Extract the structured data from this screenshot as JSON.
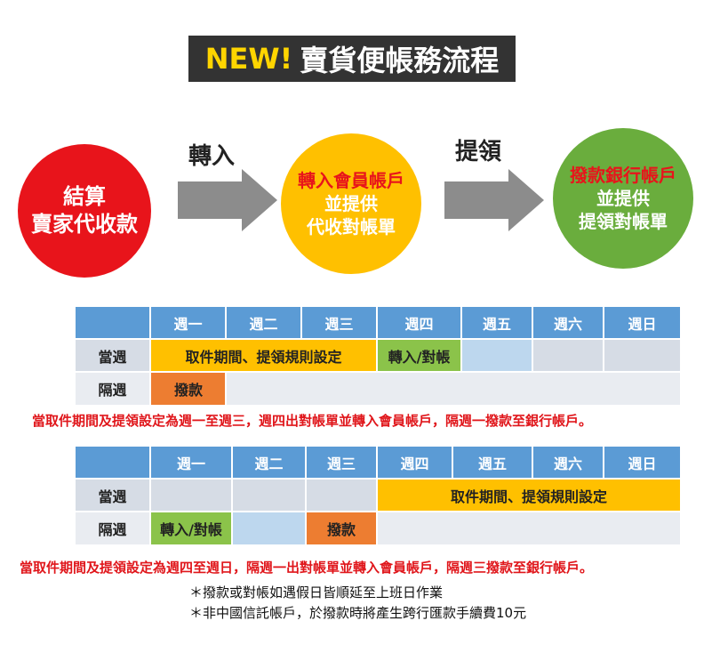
{
  "title": {
    "new": "NEW!",
    "text": "賣貨便帳務流程"
  },
  "flow": {
    "step1": {
      "line1": "結算",
      "line2": "賣家代收款",
      "color": "#e8141b"
    },
    "arrow1": "轉入",
    "step2": {
      "line1": "轉入會員帳戶",
      "line2": "並提供",
      "line3": "代收對帳單",
      "color": "#ffc000"
    },
    "arrow2": "提領",
    "step3": {
      "line1": "撥款銀行帳戶",
      "line2": "並提供",
      "line3": "提領對帳單",
      "color": "#6aad3d"
    }
  },
  "days": [
    "週一",
    "週二",
    "週三",
    "週四",
    "週五",
    "週六",
    "週日"
  ],
  "rows": {
    "this_week": "當週",
    "next_week": "隔週"
  },
  "table1": {
    "setting": "取件期間、提領規則設定",
    "transfer": "轉入/對帳",
    "payout": "撥款",
    "note": "當取件期間及提領設定為週一至週三，週四出對帳單並轉入會員帳戶，隔週一撥款至銀行帳戶。"
  },
  "table2": {
    "setting": "取件期間、提領規則設定",
    "transfer": "轉入/對帳",
    "payout": "撥款",
    "note": "當取件期間及提領設定為週四至週日，隔週一出對帳單並轉入會員帳戶，隔週三撥款至銀行帳戶。"
  },
  "footnotes": [
    "＊撥款或對帳如遇假日皆順延至上班日作業",
    "＊非中國信託帳戶，於撥款時將產生跨行匯款手續費10元"
  ]
}
